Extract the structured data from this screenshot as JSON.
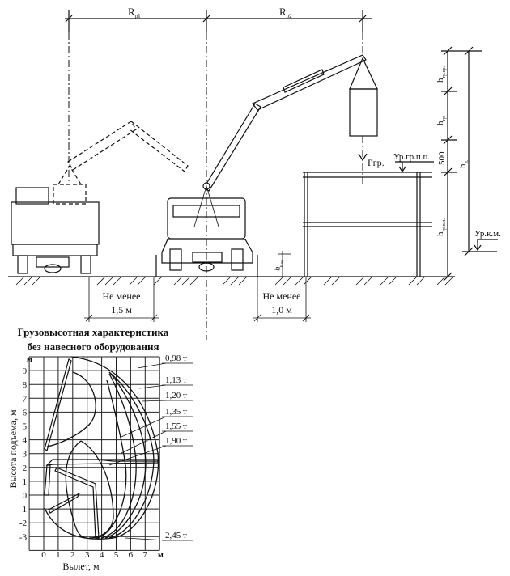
{
  "scheme": {
    "dims_top": {
      "rp1": "R",
      "rp1_sub": "p1",
      "rp2": "R",
      "rp2_sub": "p2"
    },
    "load_label": "Ргр.",
    "level_floor": "Ур.гр.п.п.",
    "level_crane": "Ур.к.м.",
    "heights": {
      "h_load_above": {
        "h": "h",
        "sub": "гр.пр."
      },
      "h_load": {
        "h": "h",
        "sub": "гр."
      },
      "gap": "500",
      "h_floor": {
        "h": "h",
        "sub": "гр.п.п."
      },
      "h_lift": {
        "h": "h",
        "sub": "п."
      },
      "h_crane": {
        "h": "h",
        "sub": "к.м."
      }
    },
    "clearance_left": {
      "line1": "Не менее",
      "line2": "1,5 м"
    },
    "clearance_right": {
      "line1": "Не менее",
      "line2": "1,0 м"
    }
  },
  "chart_data": {
    "type": "line",
    "title": "Грузовысотная характеристика",
    "subtitle": "без навесного оборудования",
    "xlabel": "Вылет, м",
    "ylabel": "Высота подъема, м",
    "x_unit": "м",
    "y_unit": "м",
    "xlim": [
      -1,
      8
    ],
    "ylim": [
      -4,
      10
    ],
    "x_ticks": [
      "0",
      "1",
      "2",
      "3",
      "4",
      "5",
      "6",
      "7"
    ],
    "y_ticks": [
      "9",
      "8",
      "7",
      "6",
      "5",
      "4",
      "3",
      "2",
      "1",
      "0",
      "-1",
      "-2",
      "-3"
    ],
    "grid": true,
    "series": [
      {
        "name": "0,98 т"
      },
      {
        "name": "1,13 т"
      },
      {
        "name": "1,20 т"
      },
      {
        "name": "1,35 т"
      },
      {
        "name": "1,55 т"
      },
      {
        "name": "1,90 т"
      },
      {
        "name": "2,45 т"
      }
    ]
  }
}
